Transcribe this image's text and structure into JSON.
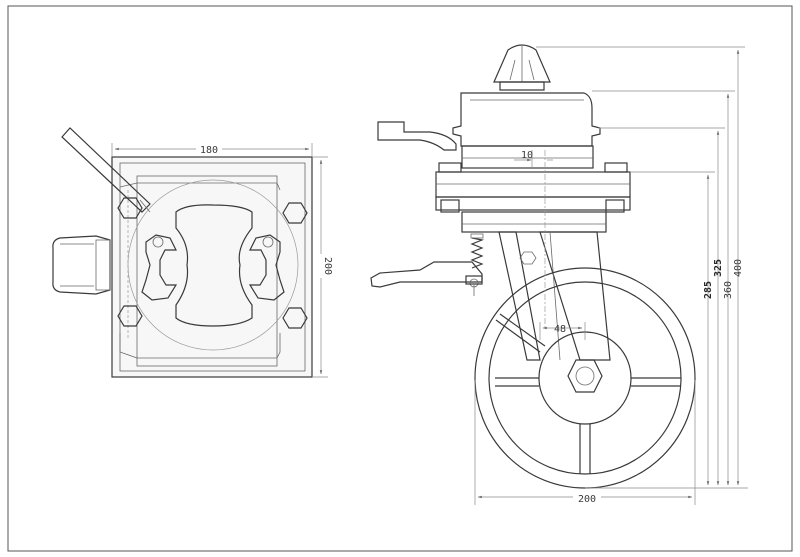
{
  "drawing": {
    "dimensions": {
      "plan_width": "180",
      "plan_height": "200",
      "offset": "10",
      "wheel_offset": "48",
      "wheel_diameter": "200",
      "height_285": "285",
      "height_325": "325",
      "height_360": "360",
      "height_400": "400"
    }
  },
  "colors": {
    "line": "#3a3a3a",
    "dimension": "#8a8a8a",
    "border": "#555555"
  }
}
